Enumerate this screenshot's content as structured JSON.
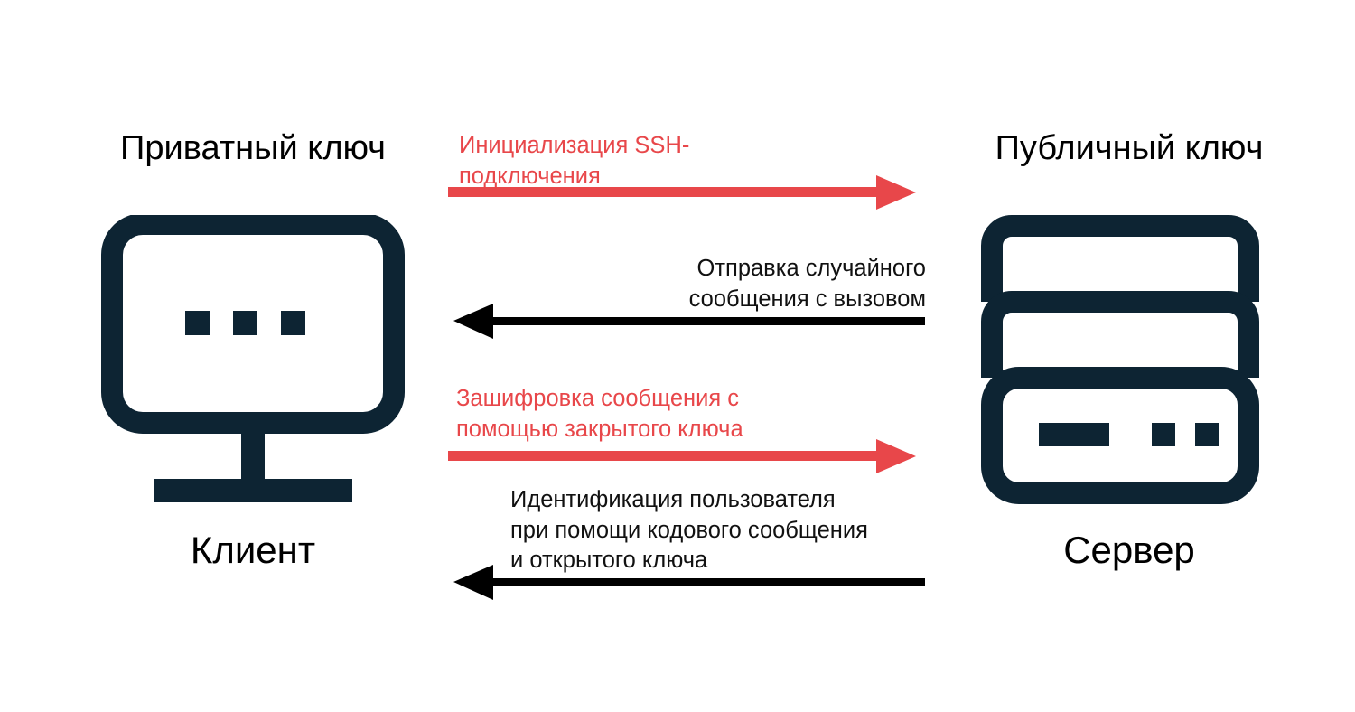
{
  "diagram": {
    "title_alt": "SSH key authentication handshake",
    "background": "#FFFFFF",
    "colors": {
      "icon_navy": "#0D2433",
      "accent_red": "#E8474A",
      "arrow_black": "#000000",
      "text_black": "#111111"
    }
  },
  "client": {
    "caption": "Приватный ключ",
    "name": "Клиент",
    "icon": "monitor-icon"
  },
  "server": {
    "caption": "Публичный ключ",
    "name": "Сервер",
    "icon": "server-rack-icon"
  },
  "messages": [
    {
      "id": "init-ssh",
      "label": "Инициализация SSH-\nподключения",
      "color": "#E8474A",
      "direction": "right",
      "align": "left"
    },
    {
      "id": "random-challenge",
      "label": "Отправка случайного\nсообщения с вызовом",
      "color": "#111111",
      "direction": "left",
      "align": "right"
    },
    {
      "id": "encrypt-with-private-key",
      "label": "Зашифровка сообщения с\nпомощью закрытого ключа",
      "color": "#E8474A",
      "direction": "right",
      "align": "left"
    },
    {
      "id": "identify-user",
      "label": "Идентификация пользователя\nпри помощи кодового сообщения\nи открытого ключа",
      "color": "#111111",
      "direction": "left",
      "align": "left"
    }
  ]
}
